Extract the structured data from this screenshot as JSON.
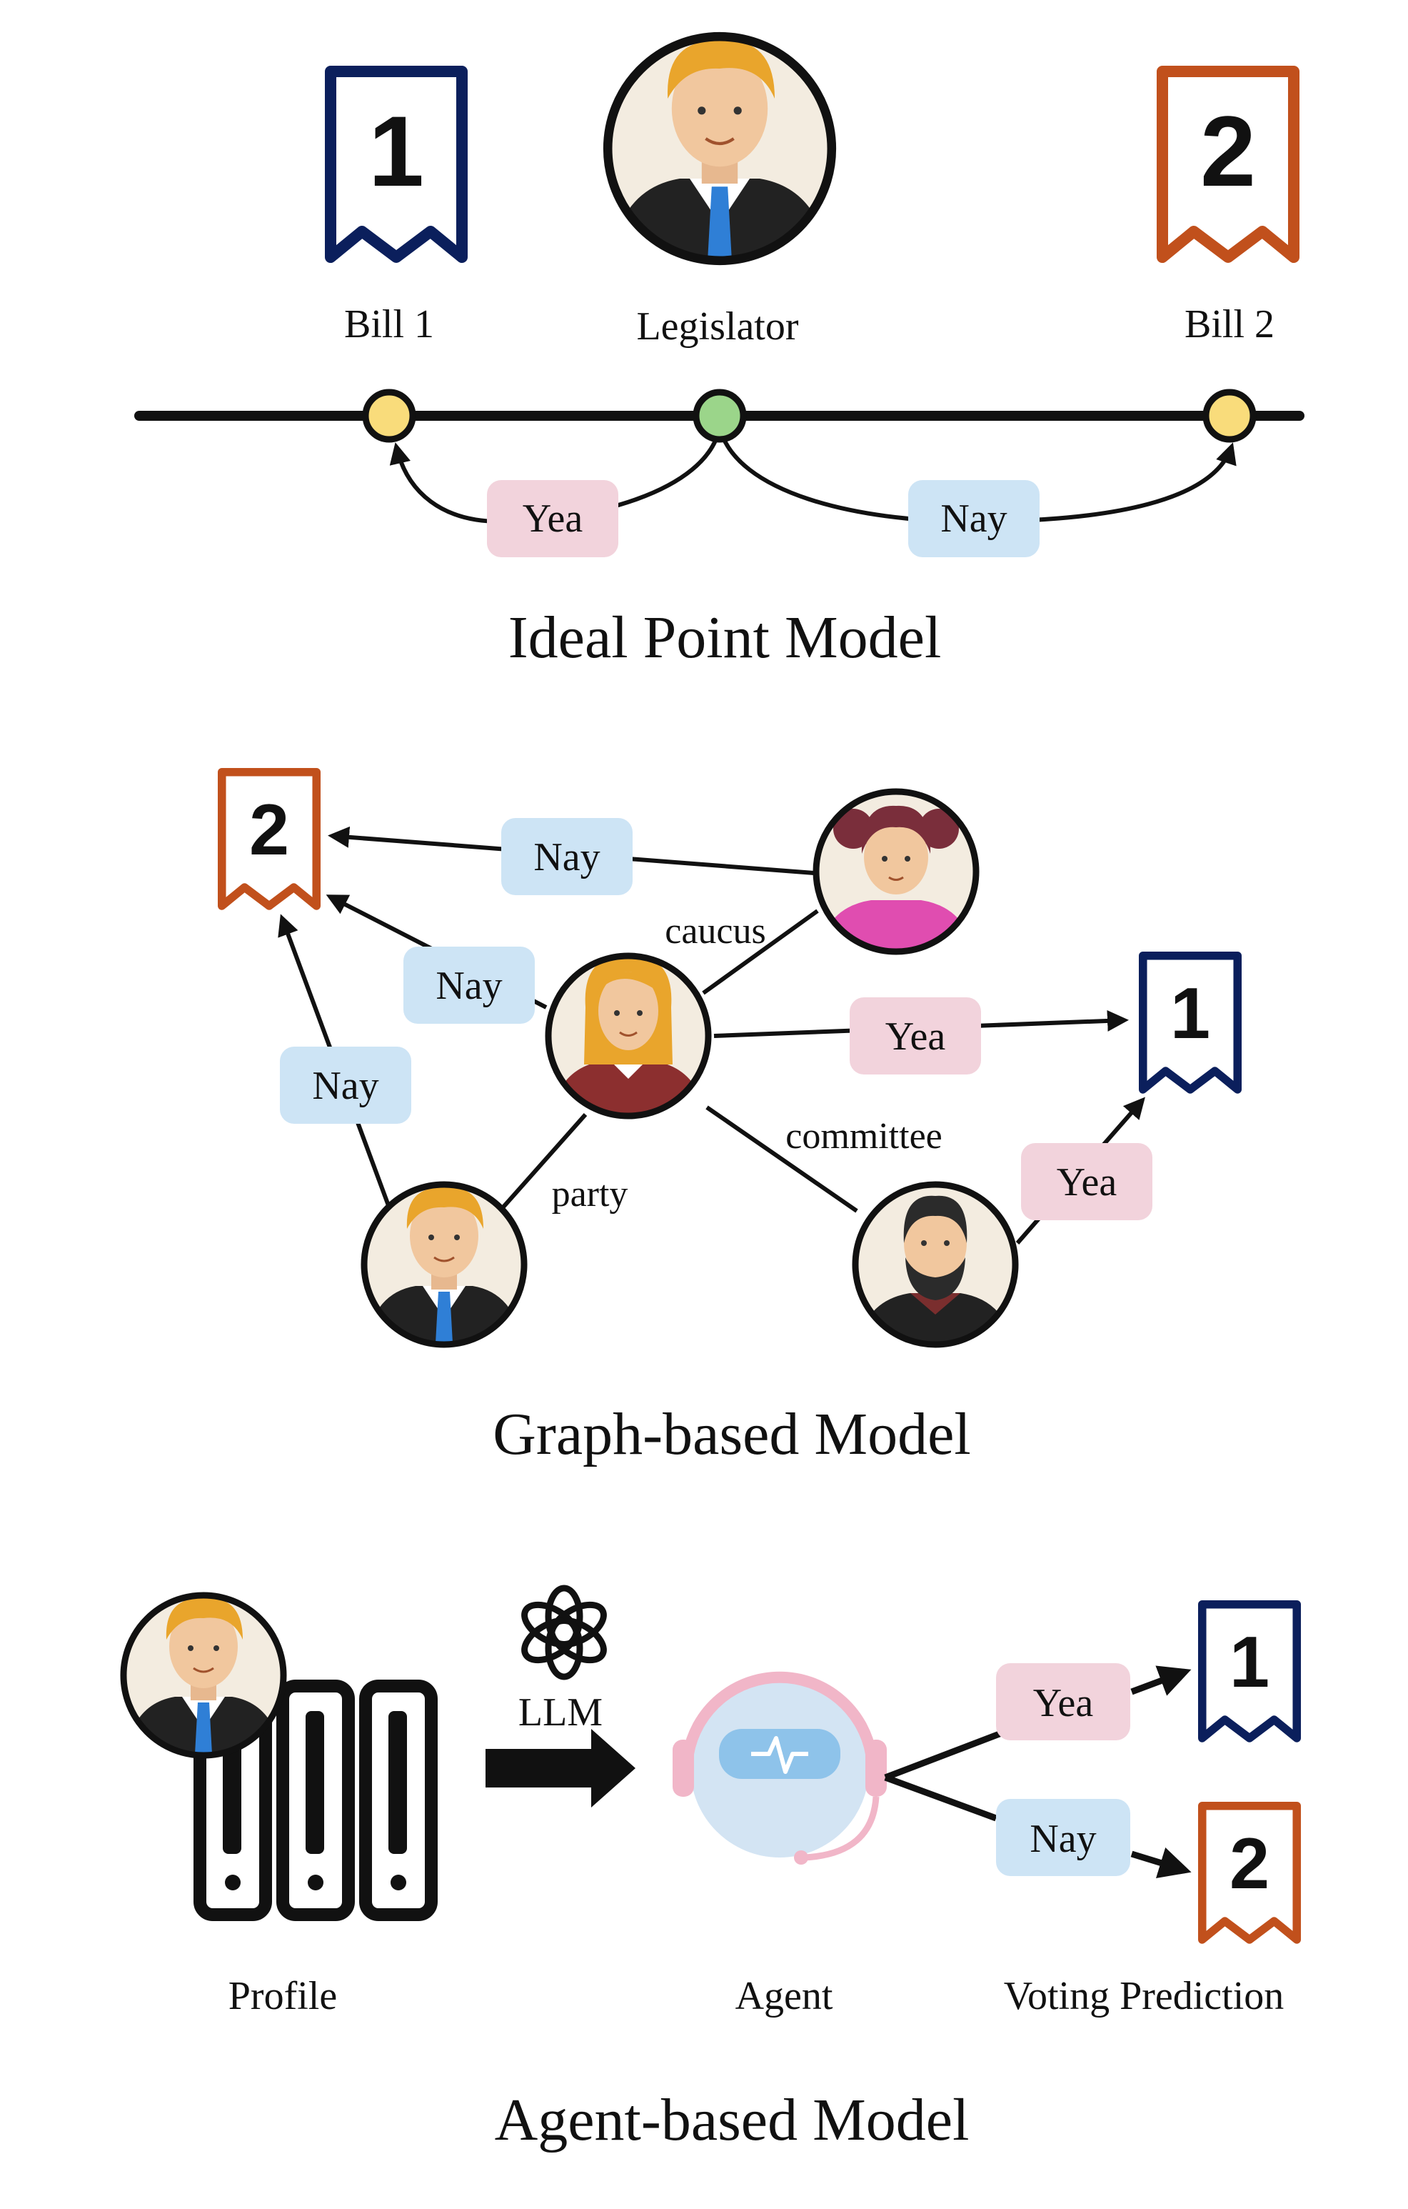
{
  "colors": {
    "bill1": "#0b1f5c",
    "bill2": "#c1501c",
    "yea_pill": "#f2d3dc",
    "nay_pill": "#cde4f5",
    "point_yellow": "#f9dc7b",
    "point_green": "#9bd58a"
  },
  "ideal_point": {
    "title": "Ideal Point Model",
    "bill1_label": "Bill 1",
    "bill2_label": "Bill 2",
    "legislator_label": "Legislator",
    "bill1_number": "1",
    "bill2_number": "2",
    "yea": "Yea",
    "nay": "Nay"
  },
  "graph": {
    "title": "Graph-based Model",
    "bill1_number": "1",
    "bill2_number": "2",
    "nay_top": "Nay",
    "nay_mid": "Nay",
    "nay_left": "Nay",
    "yea_mid": "Yea",
    "yea_right": "Yea",
    "edge_caucus": "caucus",
    "edge_party": "party",
    "edge_committee": "committee"
  },
  "agent": {
    "title": "Agent-based Model",
    "profile_label": "Profile",
    "llm_label": "LLM",
    "agent_label": "Agent",
    "prediction_label": "Voting Prediction",
    "yea": "Yea",
    "nay": "Nay",
    "bill1_number": "1",
    "bill2_number": "2",
    "icons": [
      "openai-logo-icon",
      "robot-agent-icon",
      "file-cabinet-icon"
    ]
  }
}
